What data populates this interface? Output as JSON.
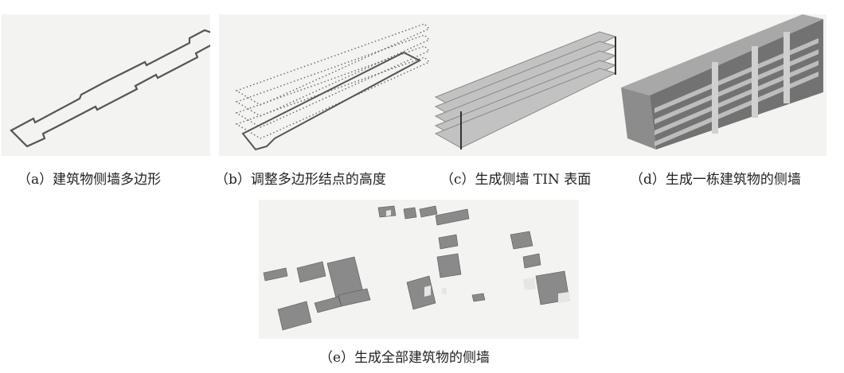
{
  "figure": {
    "panels": [
      {
        "id": "a",
        "caption": "（a）建筑物侧墙多边形"
      },
      {
        "id": "b",
        "caption": "（b）调整多边形结点的高度"
      },
      {
        "id": "c",
        "caption": "（c）生成侧墙 TIN 表面"
      },
      {
        "id": "d",
        "caption": "（d）生成一栋建筑物的侧墙"
      },
      {
        "id": "e",
        "caption": "（e）生成全部建筑物的侧墙"
      }
    ],
    "colors": {
      "panel_bg": "#f3f3f1",
      "outline": "#555555",
      "surface_light": "#c8c8c8",
      "surface_dark": "#6e6e6e",
      "surface_mid": "#9a9a9a"
    }
  }
}
